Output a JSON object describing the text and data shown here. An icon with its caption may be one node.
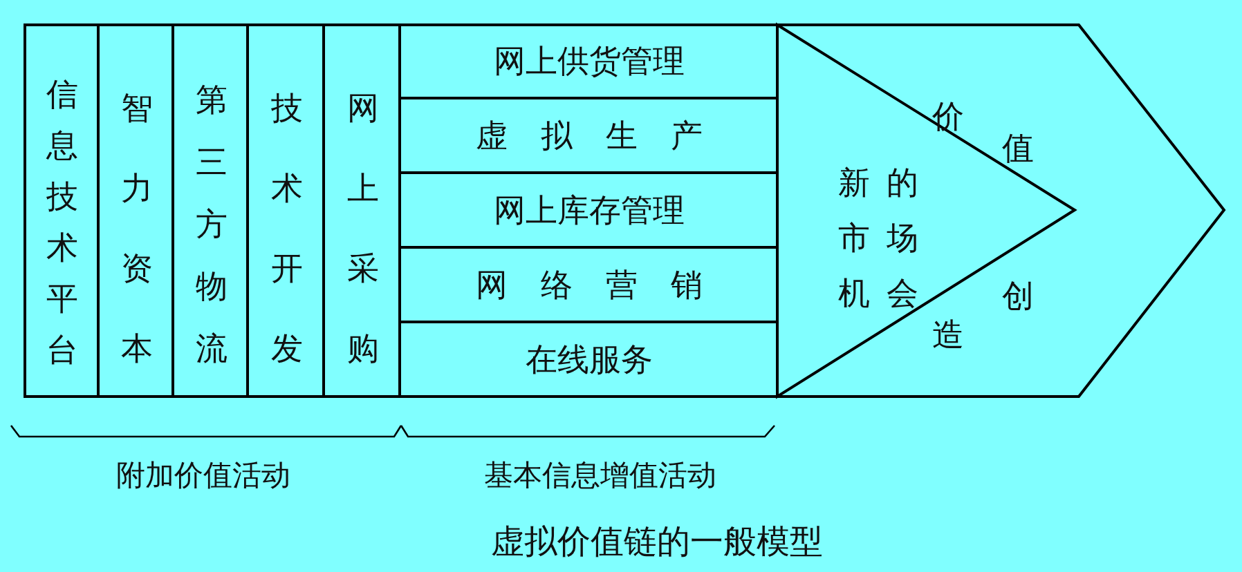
{
  "diagram": {
    "caption": "虚拟价值链的一般模型",
    "nodes": [
      {
        "text": [
          "价值",
          "创造"
        ]
      },
      {
        "text": [
          "信息技术平台"
        ],
        "in": 0
      },
      {
        "text": [
          "智力资本"
        ],
        "in": 0
      },
      {
        "text": [
          "第三方物流"
        ],
        "in": 0
      },
      {
        "text": [
          "技术开发"
        ],
        "in": 0
      },
      {
        "text": [
          "网上采购"
        ],
        "in": 0
      },
      {
        "text": [
          "网上供货管理"
        ],
        "in": 0
      },
      {
        "text": [
          "虚拟生产"
        ],
        "in": 0
      },
      {
        "text": [
          "网上库存管理"
        ],
        "in": 0
      },
      {
        "text": [
          "网络营销"
        ],
        "in": 0
      },
      {
        "text": [
          "在线服务"
        ],
        "in": 0
      },
      {
        "text": [
          "新的市场机会"
        ],
        "in": 0
      }
    ],
    "labels": [
      "附加价值活动",
      "基本信息增值活动"
    ]
  }
}
